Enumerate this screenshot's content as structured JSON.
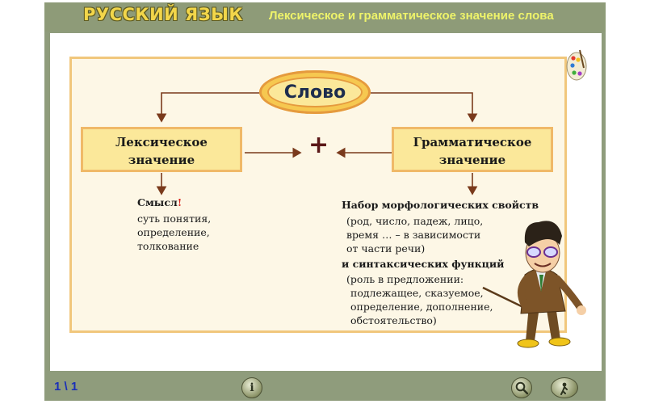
{
  "header": {
    "brand": "РУССКИЙ ЯЗЫК",
    "title": "Лексическое и грамматическое значение слова"
  },
  "diagram": {
    "center": "Слово",
    "left_box": [
      "Лексическое",
      "значение"
    ],
    "right_box": [
      "Грамматическое",
      "значение"
    ],
    "plus": "+",
    "left_heading": "Смысл",
    "left_excl": "!",
    "left_lines": [
      "суть понятия,",
      "определение,",
      "толкование"
    ],
    "right_heading1": "Набор морфологических свойств",
    "right_lines1": [
      "(род, число, падеж, лицо,",
      "время … – в зависимости",
      "от части речи)"
    ],
    "right_heading2": "и синтаксических функций",
    "right_lines2": [
      "(роль в предложении:",
      "подлежащее, сказуемое,",
      "определение, дополнение,",
      "обстоятельство)"
    ]
  },
  "footer": {
    "pager": "1 \\ 1",
    "info_label": "i"
  },
  "icons": {
    "palette": "palette-icon",
    "teacher": "teacher-illustration",
    "info": "info-icon",
    "search": "magnifier-icon",
    "exit": "exit-icon"
  },
  "colors": {
    "frame": "#8f9c7c",
    "brand": "#f2d64a",
    "title": "#eef36a",
    "box_fill": "#fbe89a",
    "box_border": "#f0b968",
    "arrow": "#7a3a1c",
    "pager": "#1a2fb8"
  }
}
